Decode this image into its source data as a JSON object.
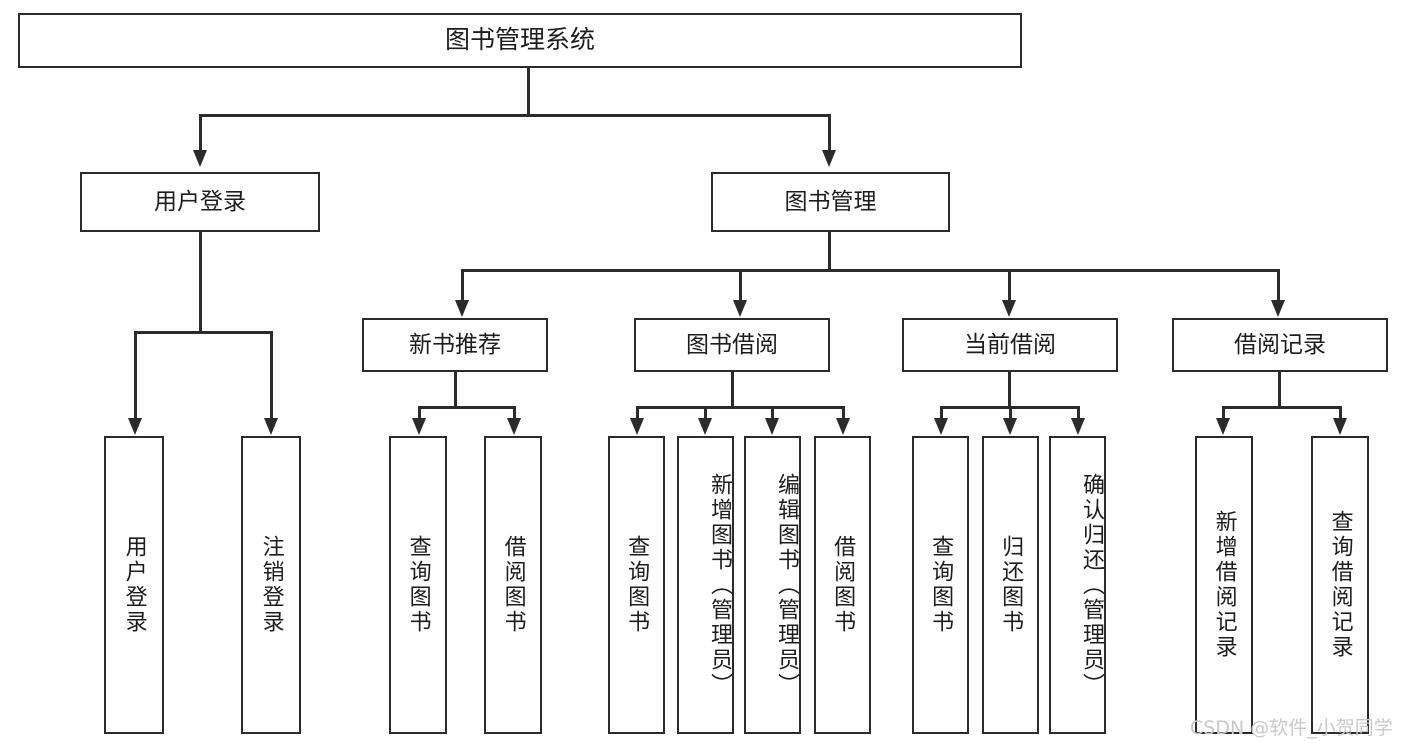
{
  "diagram": {
    "title": "图书管理系统",
    "type": "tree",
    "root": {
      "label": "图书管理系统"
    },
    "level2": [
      {
        "label": "用户登录"
      },
      {
        "label": "图书管理"
      }
    ],
    "level3": [
      {
        "label": "新书推荐"
      },
      {
        "label": "图书借阅"
      },
      {
        "label": "当前借阅"
      },
      {
        "label": "借阅记录"
      }
    ],
    "leaves": {
      "user_login": [
        {
          "label": "用户登录"
        },
        {
          "label": "注销登录"
        }
      ],
      "new_book_recommend": [
        {
          "label": "查询图书"
        },
        {
          "label": "借阅图书"
        }
      ],
      "book_borrow": [
        {
          "label": "查询图书"
        },
        {
          "label": "新增图书（管理员）"
        },
        {
          "label": "编辑图书（管理员）"
        },
        {
          "label": "借阅图书"
        }
      ],
      "current_borrow": [
        {
          "label": "查询图书"
        },
        {
          "label": "归还图书"
        },
        {
          "label": "确认归还（管理员）"
        }
      ],
      "borrow_record": [
        {
          "label": "新增借阅记录"
        },
        {
          "label": "查询借阅记录"
        }
      ]
    }
  },
  "watermark": {
    "text": "CSDN @软件_小贺同学"
  },
  "colors": {
    "stroke": "#2b2b2b",
    "text": "#1d1d1d",
    "background": "#ffffff",
    "watermark": "#c9c9c9"
  }
}
